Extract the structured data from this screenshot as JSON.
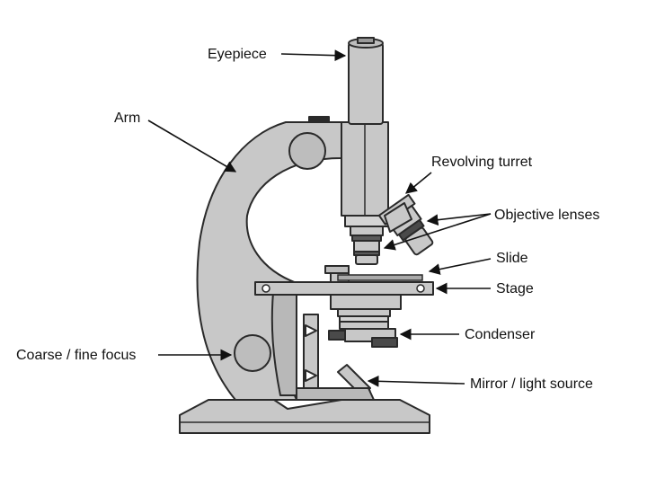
{
  "diagram": {
    "labels": {
      "eyepiece": "Eyepiece",
      "arm": "Arm",
      "revolving_turret": "Revolving turret",
      "objective_lenses": "Objective lenses",
      "slide": "Slide",
      "stage": "Stage",
      "condenser": "Condenser",
      "coarse_fine_focus": "Coarse / fine focus",
      "mirror_light_source": "Mirror / light source"
    },
    "colors": {
      "body": "#c8c8c8",
      "body_dark": "#a9a9a9",
      "knurl": "#4a4a4a",
      "outline": "#2a2a2a",
      "text": "#111111"
    }
  }
}
